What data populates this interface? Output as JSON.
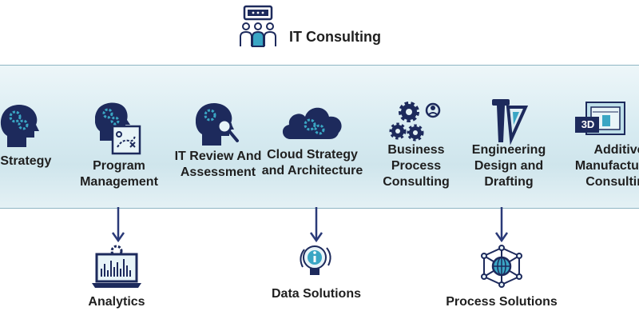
{
  "header": {
    "title": "IT Consulting"
  },
  "services": [
    {
      "label": "IT Strategy"
    },
    {
      "label": "Program Management"
    },
    {
      "label": "IT Review And Assessment"
    },
    {
      "label": "Cloud Strategy and Architecture"
    },
    {
      "label": "Business Process Consulting"
    },
    {
      "label": "Engineering Design and Drafting"
    },
    {
      "label": "Additive Manufacturing Consulting",
      "badge": "3D"
    }
  ],
  "outputs": [
    {
      "label": "Analytics"
    },
    {
      "label": "Data Solutions"
    },
    {
      "label": "Process Solutions"
    }
  ],
  "colors": {
    "navy": "#1d2a5c",
    "teal": "#3aa6c4",
    "arrow": "#2a3a78"
  }
}
